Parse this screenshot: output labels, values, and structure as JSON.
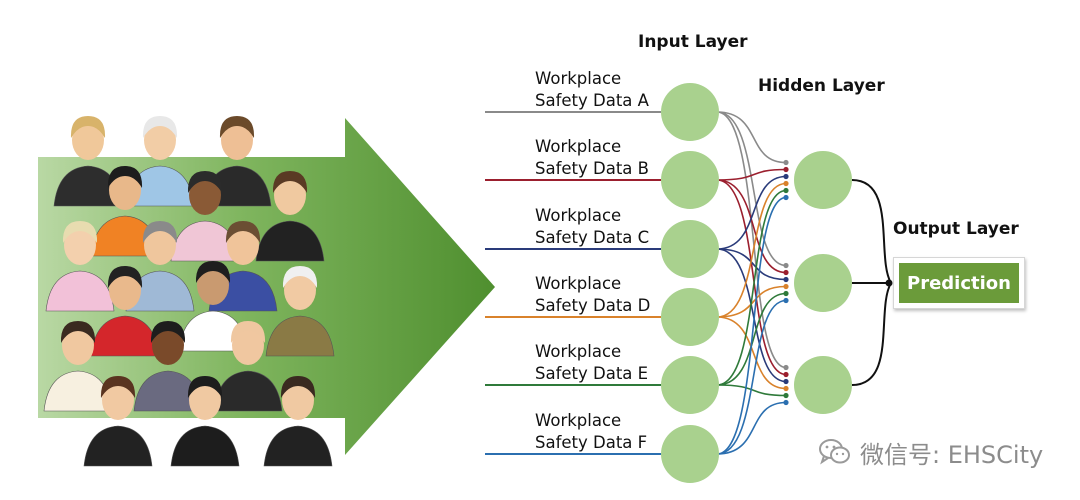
{
  "diagram": {
    "input_layer_title": "Input Layer",
    "hidden_layer_title": "Hidden Layer",
    "output_layer_title": "Output Layer",
    "output_label": "Prediction",
    "inputs": [
      {
        "line1": "Workplace",
        "line2": "Safety Data A",
        "color": "#8a8a8a"
      },
      {
        "line1": "Workplace",
        "line2": "Safety Data B",
        "color": "#9b1f2e"
      },
      {
        "line1": "Workplace",
        "line2": "Safety Data C",
        "color": "#2a3b7a"
      },
      {
        "line1": "Workplace",
        "line2": "Safety Data D",
        "color": "#d9822b"
      },
      {
        "line1": "Workplace",
        "line2": "Safety Data E",
        "color": "#2f7a3a"
      },
      {
        "line1": "Workplace",
        "line2": "Safety Data F",
        "color": "#2b6fb0"
      }
    ],
    "hidden_node_count": 3,
    "colors": {
      "arrow_dark": "#4f8f2f",
      "arrow_light": "#b9d8a4",
      "node_fill": "#a9d18e",
      "output_fill": "#6b9b3a"
    }
  },
  "watermark": {
    "text": "微信号: EHSCity",
    "icon": "wechat-icon"
  }
}
